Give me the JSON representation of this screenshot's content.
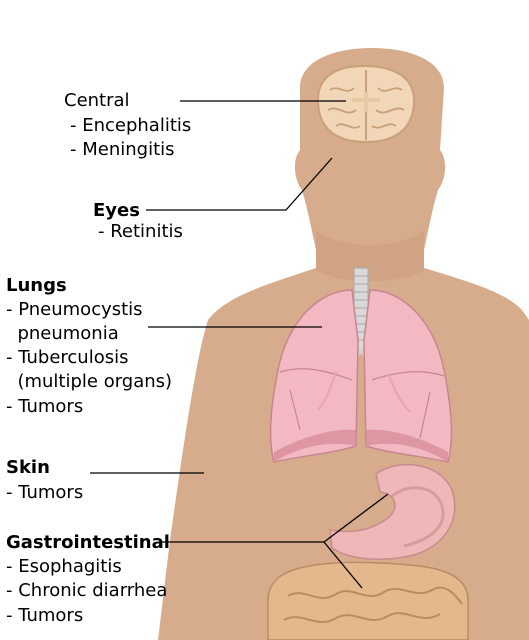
{
  "colors": {
    "skin": "#d7ac8d",
    "skin_shadow": "#c99c7c",
    "lung": "#f2b9c2",
    "lung_dark": "#d98d9b",
    "brain": "#f1d7b8",
    "stomach": "#eeb7b8",
    "intestine": "#e2b88c",
    "trachea": "#d9d9d9",
    "leader_line": "#000000"
  },
  "icons": [
    "brain-icon",
    "lungs-icon",
    "trachea-icon",
    "stomach-icon",
    "intestines-icon",
    "body-silhouette"
  ],
  "groups": {
    "central": {
      "title": "Central",
      "items": [
        "- Encephalitis",
        "- Meningitis"
      ]
    },
    "eyes": {
      "title": "Eyes",
      "items": [
        "- Retinitis"
      ]
    },
    "lungs": {
      "title": "Lungs",
      "items": [
        "- Pneumocystis",
        "  pneumonia",
        "- Tuberculosis",
        "  (multiple organs)",
        "- Tumors"
      ]
    },
    "skin": {
      "title": "Skin",
      "items": [
        "- Tumors"
      ]
    },
    "gastrointestinal": {
      "title": "Gastrointestinal",
      "items": [
        "- Esophagitis",
        "- Chronic diarrhea",
        "- Tumors"
      ]
    }
  }
}
